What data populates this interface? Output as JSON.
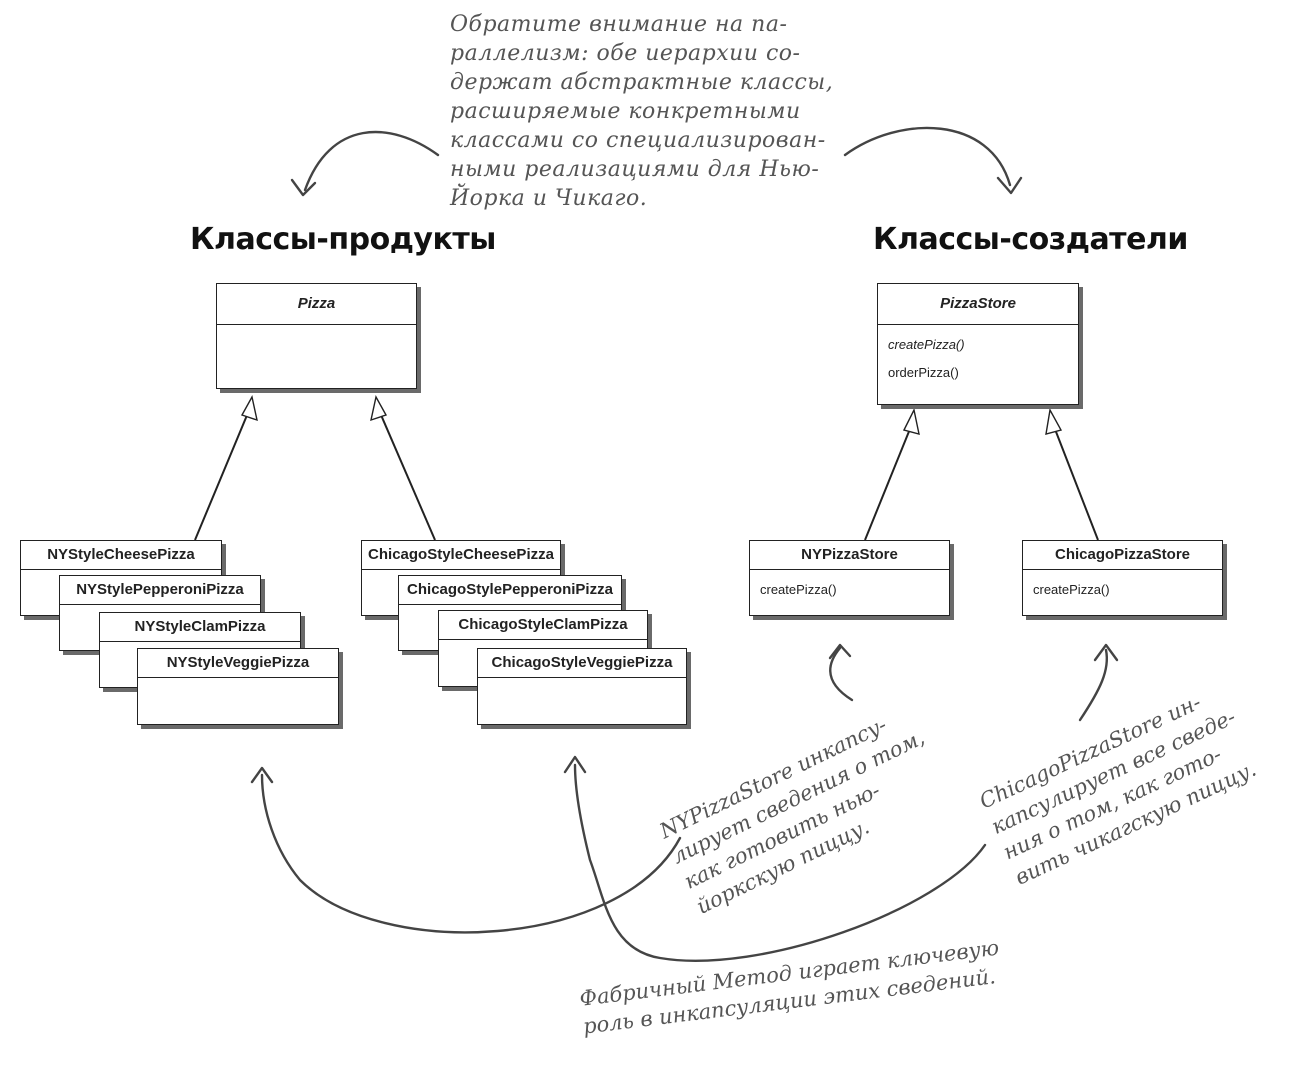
{
  "notes": {
    "top": "Обратите внимание на па-\nраллелизм: обе иерархии со-\nдержат абстрактные классы,\nрасширяемые конкретными\nклассами со специализирован-\nными реализациями для Нью-\nЙорка и Чикаго.",
    "ny": "NYPizzaStore инкапсу-\nлирует сведения о том,\nкак готовить нью-\nйоркскую пиццу.",
    "chicago": "ChicagoPizzaStore ин-\nкапсулирует все сведе-\nния о том, как гото-\nвить чикагскую пиццу.",
    "bottom": "Фабричный Метод играет ключевую\nроль в инкапсуляции этих сведений."
  },
  "headings": {
    "products": "Классы-продукты",
    "creators": "Классы-создатели"
  },
  "classes": {
    "pizza": "Pizza",
    "pizza_store": {
      "name": "PizzaStore",
      "methods": [
        "createPizza()",
        "orderPizza()"
      ]
    },
    "ny_store": {
      "name": "NYPizzaStore",
      "methods": [
        "createPizza()"
      ]
    },
    "chicago_store": {
      "name": "ChicagoPizzaStore",
      "methods": [
        "createPizza()"
      ]
    },
    "ny_pizzas": [
      "NYStyleCheesePizza",
      "NYStylePepperoniPizza",
      "NYStyleClamPizza",
      "NYStyleVeggiePizza"
    ],
    "chicago_pizzas": [
      "ChicagoStyleCheesePizza",
      "ChicagoStylePepperoniPizza",
      "ChicagoStyleClamPizza",
      "ChicagoStyleVeggiePizza"
    ]
  }
}
